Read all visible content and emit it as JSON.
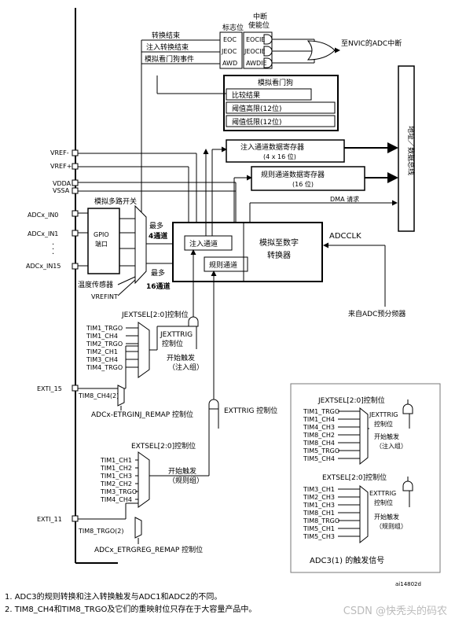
{
  "top": {
    "interrupt_enable_label": "中断\n使能位",
    "flag_label": "标志位",
    "conv_end": "转换结束",
    "inj_conv_end": "注入转换结束",
    "awd_event": "模拟看门狗事件",
    "eoc": "EOC",
    "jeoc": "JEOC",
    "awd": "AWD",
    "eocie": "EOCIE",
    "jeocie": "JEOCIE",
    "awdie": "AWDIE",
    "nvic": "至NVIC的ADC中断"
  },
  "watchdog": {
    "title": "模拟看门狗",
    "compare": "比较结果",
    "high": "阈值高限(12位)",
    "low": "阈值低限(12位)"
  },
  "registers": {
    "inj_title": "注入通道数据寄存器",
    "inj_size": "(4 x 16 位)",
    "reg_title": "规则通道数据寄存器",
    "reg_size": "(16 位)",
    "dma": "DMA 请求",
    "bus": "地址／数据总线"
  },
  "inputs": {
    "vref_minus": "VREF-",
    "vref_plus": "VREF+",
    "vdda": "VDDA",
    "vssa": "VSSA",
    "in0": "ADCx_IN0",
    "in1": "ADCx_IN1",
    "in15": "ADCx_IN15",
    "gpio": "GPIO\n端口",
    "mux": "模拟多路开关",
    "max4": "最多\n4通道",
    "max16": "最多\n16通道",
    "temp": "温度传感器",
    "vrefint": "VREFINT"
  },
  "core": {
    "inj_ch": "注入通道",
    "reg_ch": "规则通道",
    "adc": "模拟至数字\n转换器",
    "adcclk": "ADCCLK",
    "prescaler": "来自ADC预分频器"
  },
  "inj_trigger": {
    "jextsel": "JEXTSEL[2:0]控制位",
    "sources": [
      "TIM1_TRGO",
      "TIM1_CH4",
      "TIM2_TRGO",
      "TIM2_CH1",
      "TIM3_CH4",
      "TIM4_TRGO"
    ],
    "jexttrig": "JEXTTRIG\n控制位",
    "start": "开始触发\n（注入组）",
    "exti15": "EXTI_15",
    "tim8ch4": "TIM8_CH4(2)",
    "remap": "ADCx-ETRGINJ_REMAP 控制位"
  },
  "reg_trigger": {
    "exttrig": "EXTTRIG 控制位",
    "extsel": "EXTSEL[2:0]控制位",
    "sources": [
      "TIM1_CH1",
      "TIM1_CH2",
      "TIM1_CH3",
      "TIM2_CH2",
      "TIM3_TRGO",
      "TIM4_CH4"
    ],
    "start": "开始触发\n（规则组）",
    "exti11": "EXTI_11",
    "tim8trgo": "TIM8_TRGO(2)",
    "remap": "ADCx_ETRGREG_REMAP 控制位"
  },
  "adc3": {
    "jextsel": "JEXTSEL[2:0]控制位",
    "inj_sources": [
      "TIM1_TRGO",
      "TIM1_CH4",
      "TIM4_CH3",
      "TIM8_CH2",
      "TIM8_CH4",
      "TIM5_TRGO",
      "TIM5_CH4"
    ],
    "jexttrig": "JEXTTRIG\n控制位",
    "inj_start": "开始触发\n（注入组）",
    "extsel": "EXTSEL[2:0]控制位",
    "reg_sources": [
      "TIM3_CH1",
      "TIM2_CH3",
      "TIM1_CH3",
      "TIM8_CH1",
      "TIM8_TRGO",
      "TIM5_CH1",
      "TIM5_CH3"
    ],
    "exttrig": "EXTTRIG\n控制位",
    "reg_start": "开始触发\n（规则组）",
    "caption": "ADC3(1) 的触发信号"
  },
  "figure_id": "ai14802d",
  "footnotes": [
    "1.  ADC3的规则转换和注入转换触发与ADC1和ADC2的不同。",
    "2.  TIM8_CH4和TIM8_TRGO及它们的重映射位只存在于大容量产品中。"
  ],
  "watermark": "CSDN @快秃头的码农"
}
